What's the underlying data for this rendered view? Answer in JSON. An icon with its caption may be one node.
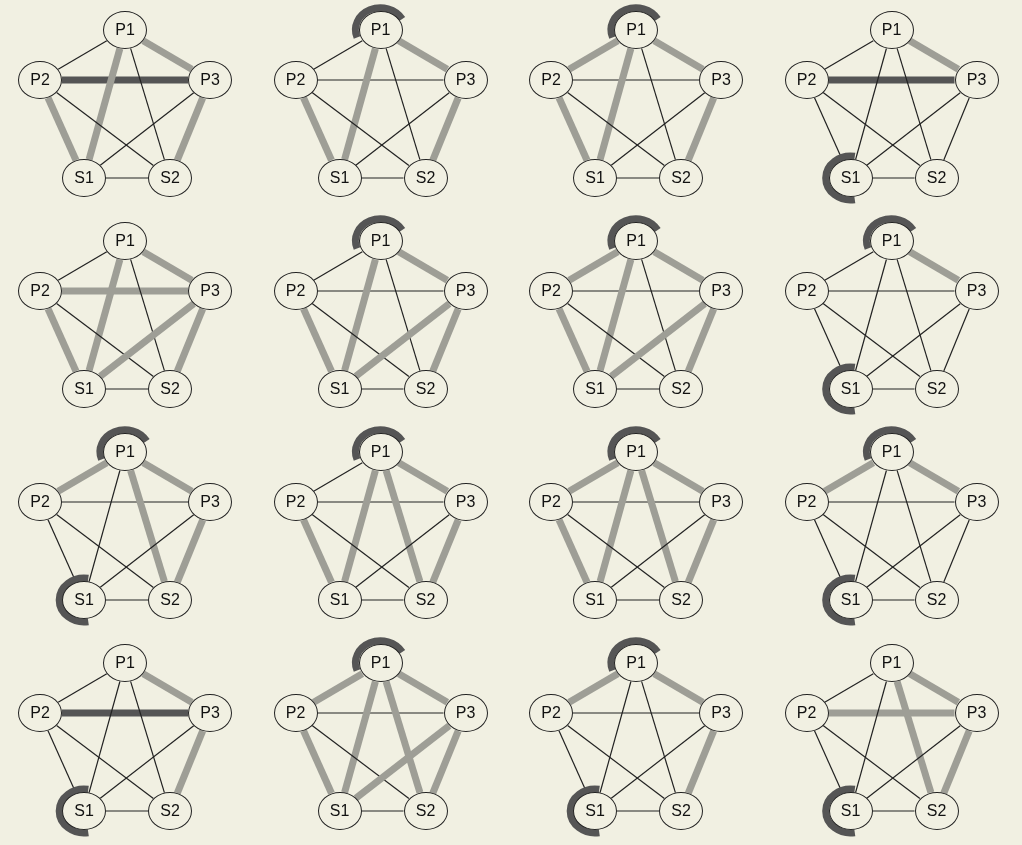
{
  "diagram": {
    "nodes": [
      {
        "text": [
          "P1"
        ]
      },
      {
        "text": [
          "P2"
        ]
      },
      {
        "text": [
          "P3"
        ]
      },
      {
        "text": [
          "S1"
        ]
      },
      {
        "text": [
          "S2"
        ]
      },
      {
        "text": [
          "P1"
        ]
      },
      {
        "text": [
          "P2"
        ]
      },
      {
        "text": [
          "P3"
        ]
      },
      {
        "text": [
          "S1"
        ]
      },
      {
        "text": [
          "S2"
        ]
      },
      {
        "text": [
          "P1"
        ]
      },
      {
        "text": [
          "P2"
        ]
      },
      {
        "text": [
          "P3"
        ]
      },
      {
        "text": [
          "S1"
        ]
      },
      {
        "text": [
          "S2"
        ]
      },
      {
        "text": [
          "P1"
        ]
      },
      {
        "text": [
          "P2"
        ]
      },
      {
        "text": [
          "P3"
        ]
      },
      {
        "text": [
          "S1"
        ]
      },
      {
        "text": [
          "S2"
        ]
      },
      {
        "text": [
          "P1"
        ]
      },
      {
        "text": [
          "P2"
        ]
      },
      {
        "text": [
          "P3"
        ]
      },
      {
        "text": [
          "S1"
        ]
      },
      {
        "text": [
          "S2"
        ]
      },
      {
        "text": [
          "P1"
        ]
      },
      {
        "text": [
          "P2"
        ]
      },
      {
        "text": [
          "P3"
        ]
      },
      {
        "text": [
          "S1"
        ]
      },
      {
        "text": [
          "S2"
        ]
      },
      {
        "text": [
          "P1"
        ]
      },
      {
        "text": [
          "P2"
        ]
      },
      {
        "text": [
          "P3"
        ]
      },
      {
        "text": [
          "S1"
        ]
      },
      {
        "text": [
          "S2"
        ]
      },
      {
        "text": [
          "P1"
        ]
      },
      {
        "text": [
          "P2"
        ]
      },
      {
        "text": [
          "P3"
        ]
      },
      {
        "text": [
          "S1"
        ]
      },
      {
        "text": [
          "S2"
        ]
      },
      {
        "text": [
          "P1"
        ]
      },
      {
        "text": [
          "P2"
        ]
      },
      {
        "text": [
          "P3"
        ]
      },
      {
        "text": [
          "S1"
        ]
      },
      {
        "text": [
          "S2"
        ]
      },
      {
        "text": [
          "P1"
        ]
      },
      {
        "text": [
          "P2"
        ]
      },
      {
        "text": [
          "P3"
        ]
      },
      {
        "text": [
          "S1"
        ]
      },
      {
        "text": [
          "S2"
        ]
      },
      {
        "text": [
          "P1"
        ]
      },
      {
        "text": [
          "P2"
        ]
      },
      {
        "text": [
          "P3"
        ]
      },
      {
        "text": [
          "S1"
        ]
      },
      {
        "text": [
          "S2"
        ]
      },
      {
        "text": [
          "P1"
        ]
      },
      {
        "text": [
          "P2"
        ]
      },
      {
        "text": [
          "P3"
        ]
      },
      {
        "text": [
          "S1"
        ]
      },
      {
        "text": [
          "S2"
        ]
      },
      {
        "text": [
          "P1"
        ]
      },
      {
        "text": [
          "P2"
        ]
      },
      {
        "text": [
          "P3"
        ]
      },
      {
        "text": [
          "S1"
        ]
      },
      {
        "text": [
          "S2"
        ]
      },
      {
        "text": [
          "P1"
        ]
      },
      {
        "text": [
          "P2"
        ]
      },
      {
        "text": [
          "P3"
        ]
      },
      {
        "text": [
          "S1"
        ]
      },
      {
        "text": [
          "S2"
        ]
      },
      {
        "text": [
          "P1"
        ]
      },
      {
        "text": [
          "P2"
        ]
      },
      {
        "text": [
          "P3"
        ]
      },
      {
        "text": [
          "S1"
        ]
      },
      {
        "text": [
          "S2"
        ]
      },
      {
        "text": [
          "P1"
        ]
      },
      {
        "text": [
          "P2"
        ]
      },
      {
        "text": [
          "P3"
        ]
      },
      {
        "text": [
          "S1"
        ]
      },
      {
        "text": [
          "S2"
        ]
      }
    ],
    "edges": [
      {
        "from": 0,
        "to": 1,
        "arrow": "none"
      },
      {
        "from": 0,
        "to": 2,
        "arrow": "none",
        "style": "thick",
        "color": "#9e9e96"
      },
      {
        "from": 1,
        "to": 2,
        "arrow": "none",
        "style": "thick",
        "color": "#555555"
      },
      {
        "from": 0,
        "to": 3,
        "arrow": "none",
        "style": "thick",
        "color": "#9e9e96"
      },
      {
        "from": 0,
        "to": 4,
        "arrow": "none"
      },
      {
        "from": 1,
        "to": 3,
        "arrow": "none",
        "style": "thick",
        "color": "#9e9e96"
      },
      {
        "from": 1,
        "to": 4,
        "arrow": "none"
      },
      {
        "from": 2,
        "to": 3,
        "arrow": "none"
      },
      {
        "from": 2,
        "to": 4,
        "arrow": "none",
        "style": "thick",
        "color": "#9e9e96"
      },
      {
        "from": 3,
        "to": 4,
        "arrow": "none"
      },
      {
        "from": 5,
        "to": 6,
        "arrow": "none"
      },
      {
        "from": 5,
        "to": 7,
        "arrow": "none",
        "style": "thick",
        "color": "#9e9e96"
      },
      {
        "from": 6,
        "to": 7,
        "arrow": "none"
      },
      {
        "from": 5,
        "to": 8,
        "arrow": "none",
        "style": "thick",
        "color": "#9e9e96"
      },
      {
        "from": 5,
        "to": 9,
        "arrow": "none"
      },
      {
        "from": 6,
        "to": 8,
        "arrow": "none",
        "style": "thick",
        "color": "#9e9e96"
      },
      {
        "from": 6,
        "to": 9,
        "arrow": "none"
      },
      {
        "from": 7,
        "to": 8,
        "arrow": "none"
      },
      {
        "from": 7,
        "to": 9,
        "arrow": "none",
        "style": "thick",
        "color": "#9e9e96"
      },
      {
        "from": 8,
        "to": 9,
        "arrow": "none"
      },
      {
        "from": 5,
        "to": 5,
        "arrow": "none",
        "style": "thick",
        "color": "#555555"
      },
      {
        "from": 10,
        "to": 11,
        "arrow": "none",
        "style": "thick",
        "color": "#9e9e96"
      },
      {
        "from": 10,
        "to": 12,
        "arrow": "none",
        "style": "thick",
        "color": "#9e9e96"
      },
      {
        "from": 11,
        "to": 12,
        "arrow": "none"
      },
      {
        "from": 10,
        "to": 13,
        "arrow": "none",
        "style": "thick",
        "color": "#9e9e96"
      },
      {
        "from": 10,
        "to": 14,
        "arrow": "none"
      },
      {
        "from": 11,
        "to": 13,
        "arrow": "none",
        "style": "thick",
        "color": "#9e9e96"
      },
      {
        "from": 11,
        "to": 14,
        "arrow": "none"
      },
      {
        "from": 12,
        "to": 13,
        "arrow": "none"
      },
      {
        "from": 12,
        "to": 14,
        "arrow": "none",
        "style": "thick",
        "color": "#9e9e96"
      },
      {
        "from": 13,
        "to": 14,
        "arrow": "none"
      },
      {
        "from": 10,
        "to": 10,
        "arrow": "none",
        "style": "thick",
        "color": "#555555"
      },
      {
        "from": 15,
        "to": 16,
        "arrow": "none"
      },
      {
        "from": 15,
        "to": 17,
        "arrow": "none",
        "style": "thick",
        "color": "#9e9e96"
      },
      {
        "from": 16,
        "to": 17,
        "arrow": "none",
        "style": "thick",
        "color": "#555555"
      },
      {
        "from": 15,
        "to": 18,
        "arrow": "none"
      },
      {
        "from": 15,
        "to": 19,
        "arrow": "none"
      },
      {
        "from": 16,
        "to": 18,
        "arrow": "none"
      },
      {
        "from": 16,
        "to": 19,
        "arrow": "none"
      },
      {
        "from": 17,
        "to": 18,
        "arrow": "none"
      },
      {
        "from": 17,
        "to": 19,
        "arrow": "none"
      },
      {
        "from": 18,
        "to": 19,
        "arrow": "none"
      },
      {
        "from": 18,
        "to": 18,
        "arrow": "none",
        "style": "thick",
        "color": "#555555"
      },
      {
        "from": 20,
        "to": 21,
        "arrow": "none"
      },
      {
        "from": 20,
        "to": 22,
        "arrow": "none",
        "style": "thick",
        "color": "#9e9e96"
      },
      {
        "from": 21,
        "to": 22,
        "arrow": "none",
        "style": "thick",
        "color": "#9e9e96"
      },
      {
        "from": 20,
        "to": 23,
        "arrow": "none",
        "style": "thick",
        "color": "#9e9e96"
      },
      {
        "from": 20,
        "to": 24,
        "arrow": "none"
      },
      {
        "from": 21,
        "to": 23,
        "arrow": "none",
        "style": "thick",
        "color": "#9e9e96"
      },
      {
        "from": 21,
        "to": 24,
        "arrow": "none"
      },
      {
        "from": 22,
        "to": 23,
        "arrow": "none",
        "style": "thick",
        "color": "#9e9e96"
      },
      {
        "from": 22,
        "to": 24,
        "arrow": "none",
        "style": "thick",
        "color": "#9e9e96"
      },
      {
        "from": 23,
        "to": 24,
        "arrow": "none"
      },
      {
        "from": 25,
        "to": 26,
        "arrow": "none"
      },
      {
        "from": 25,
        "to": 27,
        "arrow": "none",
        "style": "thick",
        "color": "#9e9e96"
      },
      {
        "from": 26,
        "to": 27,
        "arrow": "none"
      },
      {
        "from": 25,
        "to": 28,
        "arrow": "none",
        "style": "thick",
        "color": "#9e9e96"
      },
      {
        "from": 25,
        "to": 29,
        "arrow": "none"
      },
      {
        "from": 26,
        "to": 28,
        "arrow": "none",
        "style": "thick",
        "color": "#9e9e96"
      },
      {
        "from": 26,
        "to": 29,
        "arrow": "none"
      },
      {
        "from": 27,
        "to": 28,
        "arrow": "none",
        "style": "thick",
        "color": "#9e9e96"
      },
      {
        "from": 27,
        "to": 29,
        "arrow": "none",
        "style": "thick",
        "color": "#9e9e96"
      },
      {
        "from": 28,
        "to": 29,
        "arrow": "none"
      },
      {
        "from": 25,
        "to": 25,
        "arrow": "none",
        "style": "thick",
        "color": "#555555"
      },
      {
        "from": 30,
        "to": 31,
        "arrow": "none",
        "style": "thick",
        "color": "#9e9e96"
      },
      {
        "from": 30,
        "to": 32,
        "arrow": "none",
        "style": "thick",
        "color": "#9e9e96"
      },
      {
        "from": 31,
        "to": 32,
        "arrow": "none"
      },
      {
        "from": 30,
        "to": 33,
        "arrow": "none",
        "style": "thick",
        "color": "#9e9e96"
      },
      {
        "from": 30,
        "to": 34,
        "arrow": "none"
      },
      {
        "from": 31,
        "to": 33,
        "arrow": "none",
        "style": "thick",
        "color": "#9e9e96"
      },
      {
        "from": 31,
        "to": 34,
        "arrow": "none"
      },
      {
        "from": 32,
        "to": 33,
        "arrow": "none",
        "style": "thick",
        "color": "#9e9e96"
      },
      {
        "from": 32,
        "to": 34,
        "arrow": "none",
        "style": "thick",
        "color": "#9e9e96"
      },
      {
        "from": 33,
        "to": 34,
        "arrow": "none"
      },
      {
        "from": 30,
        "to": 30,
        "arrow": "none",
        "style": "thick",
        "color": "#555555"
      },
      {
        "from": 35,
        "to": 36,
        "arrow": "none"
      },
      {
        "from": 35,
        "to": 37,
        "arrow": "none",
        "style": "thick",
        "color": "#9e9e96"
      },
      {
        "from": 36,
        "to": 37,
        "arrow": "none"
      },
      {
        "from": 35,
        "to": 38,
        "arrow": "none"
      },
      {
        "from": 35,
        "to": 39,
        "arrow": "none"
      },
      {
        "from": 36,
        "to": 38,
        "arrow": "none"
      },
      {
        "from": 36,
        "to": 39,
        "arrow": "none"
      },
      {
        "from": 37,
        "to": 38,
        "arrow": "none"
      },
      {
        "from": 37,
        "to": 39,
        "arrow": "none"
      },
      {
        "from": 38,
        "to": 39,
        "arrow": "none"
      },
      {
        "from": 35,
        "to": 35,
        "arrow": "none",
        "style": "thick",
        "color": "#555555"
      },
      {
        "from": 38,
        "to": 38,
        "arrow": "none",
        "style": "thick",
        "color": "#555555"
      },
      {
        "from": 40,
        "to": 41,
        "arrow": "none",
        "style": "thick",
        "color": "#9e9e96"
      },
      {
        "from": 40,
        "to": 42,
        "arrow": "none",
        "style": "thick",
        "color": "#9e9e96"
      },
      {
        "from": 41,
        "to": 42,
        "arrow": "none"
      },
      {
        "from": 40,
        "to": 43,
        "arrow": "none"
      },
      {
        "from": 40,
        "to": 44,
        "arrow": "none",
        "style": "thick",
        "color": "#9e9e96"
      },
      {
        "from": 41,
        "to": 43,
        "arrow": "none"
      },
      {
        "from": 41,
        "to": 44,
        "arrow": "none"
      },
      {
        "from": 42,
        "to": 43,
        "arrow": "none"
      },
      {
        "from": 42,
        "to": 44,
        "arrow": "none",
        "style": "thick",
        "color": "#9e9e96"
      },
      {
        "from": 43,
        "to": 44,
        "arrow": "none"
      },
      {
        "from": 40,
        "to": 40,
        "arrow": "none",
        "style": "thick",
        "color": "#555555"
      },
      {
        "from": 43,
        "to": 43,
        "arrow": "none",
        "style": "thick",
        "color": "#555555"
      },
      {
        "from": 45,
        "to": 46,
        "arrow": "none"
      },
      {
        "from": 45,
        "to": 47,
        "arrow": "none",
        "style": "thick",
        "color": "#9e9e96"
      },
      {
        "from": 46,
        "to": 47,
        "arrow": "none"
      },
      {
        "from": 45,
        "to": 48,
        "arrow": "none",
        "style": "thick",
        "color": "#9e9e96"
      },
      {
        "from": 45,
        "to": 49,
        "arrow": "none",
        "style": "thick",
        "color": "#9e9e96"
      },
      {
        "from": 46,
        "to": 48,
        "arrow": "none",
        "style": "thick",
        "color": "#9e9e96"
      },
      {
        "from": 46,
        "to": 49,
        "arrow": "none"
      },
      {
        "from": 47,
        "to": 48,
        "arrow": "none"
      },
      {
        "from": 47,
        "to": 49,
        "arrow": "none",
        "style": "thick",
        "color": "#9e9e96"
      },
      {
        "from": 48,
        "to": 49,
        "arrow": "none"
      },
      {
        "from": 45,
        "to": 45,
        "arrow": "none",
        "style": "thick",
        "color": "#555555"
      },
      {
        "from": 50,
        "to": 51,
        "arrow": "none",
        "style": "thick",
        "color": "#9e9e96"
      },
      {
        "from": 50,
        "to": 52,
        "arrow": "none",
        "style": "thick",
        "color": "#9e9e96"
      },
      {
        "from": 51,
        "to": 52,
        "arrow": "none"
      },
      {
        "from": 50,
        "to": 53,
        "arrow": "none",
        "style": "thick",
        "color": "#9e9e96"
      },
      {
        "from": 50,
        "to": 54,
        "arrow": "none",
        "style": "thick",
        "color": "#9e9e96"
      },
      {
        "from": 51,
        "to": 53,
        "arrow": "none",
        "style": "thick",
        "color": "#9e9e96"
      },
      {
        "from": 51,
        "to": 54,
        "arrow": "none"
      },
      {
        "from": 52,
        "to": 53,
        "arrow": "none"
      },
      {
        "from": 52,
        "to": 54,
        "arrow": "none",
        "style": "thick",
        "color": "#9e9e96"
      },
      {
        "from": 53,
        "to": 54,
        "arrow": "none"
      },
      {
        "from": 50,
        "to": 50,
        "arrow": "none",
        "style": "thick",
        "color": "#555555"
      },
      {
        "from": 55,
        "to": 56,
        "arrow": "none",
        "style": "thick",
        "color": "#9e9e96"
      },
      {
        "from": 55,
        "to": 57,
        "arrow": "none",
        "style": "thick",
        "color": "#9e9e96"
      },
      {
        "from": 56,
        "to": 57,
        "arrow": "none"
      },
      {
        "from": 55,
        "to": 58,
        "arrow": "none"
      },
      {
        "from": 55,
        "to": 59,
        "arrow": "none"
      },
      {
        "from": 56,
        "to": 58,
        "arrow": "none"
      },
      {
        "from": 56,
        "to": 59,
        "arrow": "none"
      },
      {
        "from": 57,
        "to": 58,
        "arrow": "none"
      },
      {
        "from": 57,
        "to": 59,
        "arrow": "none"
      },
      {
        "from": 58,
        "to": 59,
        "arrow": "none"
      },
      {
        "from": 55,
        "to": 55,
        "arrow": "none",
        "style": "thick",
        "color": "#555555"
      },
      {
        "from": 58,
        "to": 58,
        "arrow": "none",
        "style": "thick",
        "color": "#555555"
      },
      {
        "from": 60,
        "to": 61,
        "arrow": "none"
      },
      {
        "from": 60,
        "to": 62,
        "arrow": "none",
        "style": "thick",
        "color": "#9e9e96"
      },
      {
        "from": 61,
        "to": 62,
        "arrow": "none",
        "style": "thick",
        "color": "#555555"
      },
      {
        "from": 60,
        "to": 63,
        "arrow": "none"
      },
      {
        "from": 60,
        "to": 64,
        "arrow": "none"
      },
      {
        "from": 61,
        "to": 63,
        "arrow": "none"
      },
      {
        "from": 61,
        "to": 64,
        "arrow": "none"
      },
      {
        "from": 62,
        "to": 63,
        "arrow": "none"
      },
      {
        "from": 62,
        "to": 64,
        "arrow": "none",
        "style": "thick",
        "color": "#9e9e96"
      },
      {
        "from": 63,
        "to": 64,
        "arrow": "none"
      },
      {
        "from": 63,
        "to": 63,
        "arrow": "none",
        "style": "thick",
        "color": "#555555"
      },
      {
        "from": 65,
        "to": 66,
        "arrow": "none",
        "style": "thick",
        "color": "#9e9e96"
      },
      {
        "from": 65,
        "to": 67,
        "arrow": "none",
        "style": "thick",
        "color": "#9e9e96"
      },
      {
        "from": 66,
        "to": 67,
        "arrow": "none"
      },
      {
        "from": 65,
        "to": 68,
        "arrow": "none",
        "style": "thick",
        "color": "#9e9e96"
      },
      {
        "from": 65,
        "to": 69,
        "arrow": "none",
        "style": "thick",
        "color": "#9e9e96"
      },
      {
        "from": 66,
        "to": 68,
        "arrow": "none",
        "style": "thick",
        "color": "#9e9e96"
      },
      {
        "from": 66,
        "to": 69,
        "arrow": "none"
      },
      {
        "from": 67,
        "to": 68,
        "arrow": "none",
        "style": "thick",
        "color": "#9e9e96"
      },
      {
        "from": 67,
        "to": 69,
        "arrow": "none",
        "style": "thick",
        "color": "#9e9e96"
      },
      {
        "from": 68,
        "to": 69,
        "arrow": "none"
      },
      {
        "from": 65,
        "to": 65,
        "arrow": "none",
        "style": "thick",
        "color": "#555555"
      },
      {
        "from": 70,
        "to": 71,
        "arrow": "none",
        "style": "thick",
        "color": "#9e9e96"
      },
      {
        "from": 70,
        "to": 72,
        "arrow": "none",
        "style": "thick",
        "color": "#9e9e96"
      },
      {
        "from": 71,
        "to": 72,
        "arrow": "none"
      },
      {
        "from": 70,
        "to": 73,
        "arrow": "none"
      },
      {
        "from": 70,
        "to": 74,
        "arrow": "none"
      },
      {
        "from": 71,
        "to": 73,
        "arrow": "none"
      },
      {
        "from": 71,
        "to": 74,
        "arrow": "none"
      },
      {
        "from": 72,
        "to": 73,
        "arrow": "none"
      },
      {
        "from": 72,
        "to": 74,
        "arrow": "none",
        "style": "thick",
        "color": "#9e9e96"
      },
      {
        "from": 73,
        "to": 74,
        "arrow": "none"
      },
      {
        "from": 70,
        "to": 70,
        "arrow": "none",
        "style": "thick",
        "color": "#555555"
      },
      {
        "from": 73,
        "to": 73,
        "arrow": "none",
        "style": "thick",
        "color": "#555555"
      },
      {
        "from": 75,
        "to": 76,
        "arrow": "none"
      },
      {
        "from": 75,
        "to": 77,
        "arrow": "none",
        "style": "thick",
        "color": "#9e9e96"
      },
      {
        "from": 76,
        "to": 77,
        "arrow": "none",
        "style": "thick",
        "color": "#9e9e96"
      },
      {
        "from": 75,
        "to": 78,
        "arrow": "none"
      },
      {
        "from": 75,
        "to": 79,
        "arrow": "none",
        "style": "thick",
        "color": "#9e9e96"
      },
      {
        "from": 76,
        "to": 78,
        "arrow": "none"
      },
      {
        "from": 76,
        "to": 79,
        "arrow": "none"
      },
      {
        "from": 77,
        "to": 78,
        "arrow": "none"
      },
      {
        "from": 77,
        "to": 79,
        "arrow": "none",
        "style": "thick",
        "color": "#9e9e96"
      },
      {
        "from": 78,
        "to": 79,
        "arrow": "none"
      },
      {
        "from": 78,
        "to": 78,
        "arrow": "none",
        "style": "thick",
        "color": "#555555"
      }
    ]
  }
}
